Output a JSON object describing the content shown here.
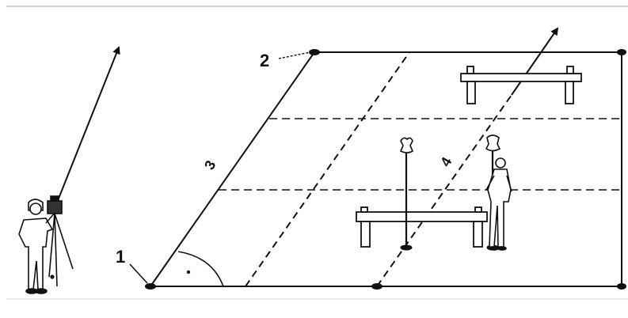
{
  "diagram": {
    "labels": {
      "point_1": "1",
      "point_2": "2",
      "line_3": "3",
      "line_4": "4"
    },
    "colors": {
      "ink": "#111111",
      "background": "#ffffff",
      "frame": "#c8c8c8"
    }
  }
}
